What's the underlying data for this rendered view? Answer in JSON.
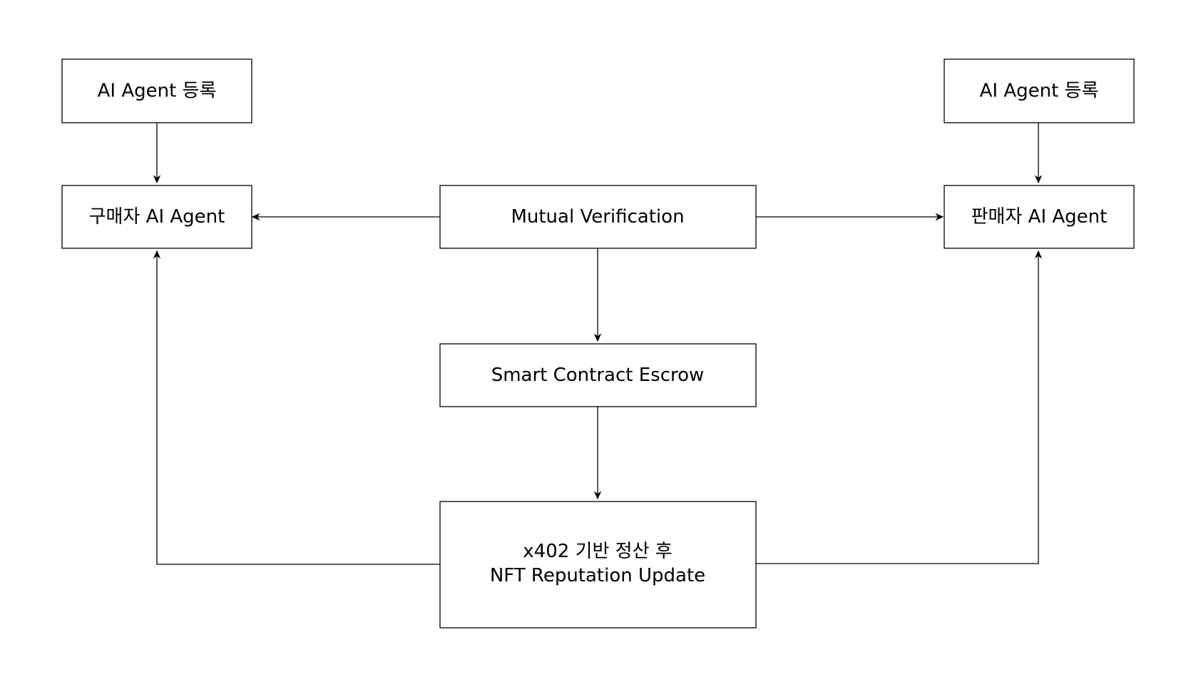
{
  "colors": {
    "background": "#ffffff",
    "stroke": "#000000",
    "text": "#000000"
  },
  "nodes": {
    "register_left": {
      "label": "AI Agent 등록"
    },
    "register_right": {
      "label": "AI Agent 등록"
    },
    "buyer_agent": {
      "label": "구매자 AI Agent"
    },
    "mutual_verification": {
      "label": "Mutual Verification"
    },
    "seller_agent": {
      "label": "판매자 AI Agent"
    },
    "escrow": {
      "label": "Smart Contract Escrow"
    },
    "settlement": {
      "label_line1": "x402 기반 정산 후",
      "label_line2": "NFT Reputation Update"
    }
  },
  "edges": [
    {
      "from": "register_left",
      "to": "buyer_agent"
    },
    {
      "from": "register_right",
      "to": "seller_agent"
    },
    {
      "from": "mutual_verification",
      "to": "buyer_agent"
    },
    {
      "from": "mutual_verification",
      "to": "seller_agent"
    },
    {
      "from": "mutual_verification",
      "to": "escrow"
    },
    {
      "from": "escrow",
      "to": "settlement"
    },
    {
      "from": "settlement",
      "to": "buyer_agent"
    },
    {
      "from": "settlement",
      "to": "seller_agent"
    }
  ]
}
